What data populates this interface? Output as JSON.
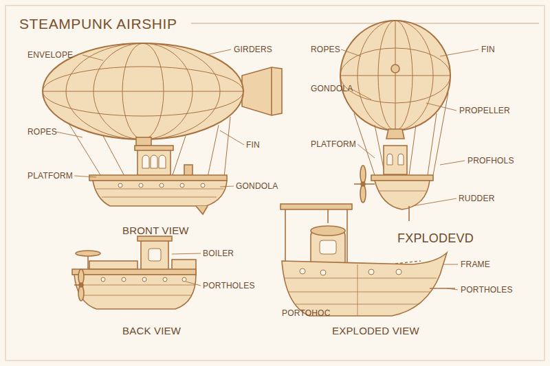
{
  "diagram": {
    "title": "STEAMPUNK AIRSHIP",
    "labels": [
      "ENVELOPE",
      "GIRDERS",
      "ROPES",
      "FIN",
      "PLATFORM",
      "GONDOLA",
      "BRONT VIEW",
      "ROPES",
      "FIN",
      "GONDOLA",
      "PROPELLER",
      "PLATFORM",
      "PROFHOLS",
      "RUDDER",
      "BOILER",
      "PORTHOLES",
      "BACK VIEW",
      "FXPLODEVD",
      "FRAME",
      "PORTHOLES",
      "PORTOHOC",
      "EXPLODED VIEW"
    ]
  }
}
